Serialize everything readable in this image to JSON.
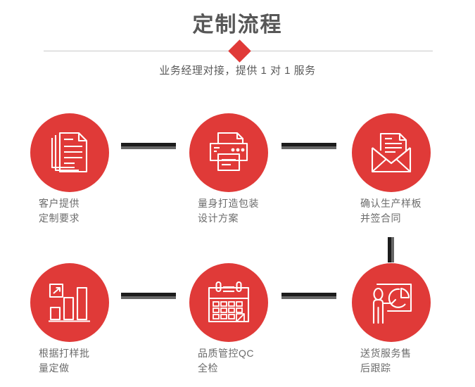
{
  "header": {
    "title": "定制流程",
    "subtitle": "业务经理对接，提供 1 对 1 服务",
    "divider_icon": "diamond-marker",
    "accent_color": "#e03a38",
    "title_color": "#575757",
    "subtitle_color": "#5a5a5a",
    "divider_line_color": "#c9c9c9"
  },
  "flow": {
    "connector_dark_color": "#1c1c1c",
    "connector_gray_color": "#666666",
    "circle_color": "#e03a38",
    "label_color": "#6b6b6b",
    "steps": [
      {
        "index": 1,
        "icon": "documents-stack-icon",
        "label": "客户提供\n定制要求",
        "line1": "客户提供",
        "line2": "定制要求"
      },
      {
        "index": 2,
        "icon": "printer-icon",
        "label": "量身打造包装\n设计方案",
        "line1": "量身打造包装",
        "line2": "设计方案"
      },
      {
        "index": 3,
        "icon": "envelope-letter-icon",
        "label": "确认生产样板\n并签合同",
        "line1": "确认生产样板",
        "line2": "并签合同"
      },
      {
        "index": 4,
        "icon": "bar-chart-growth-icon",
        "label": "根据打样批\n量定做",
        "line1": "根据打样批",
        "line2": "量定做"
      },
      {
        "index": 5,
        "icon": "calendar-check-icon",
        "label": "品质管控QC\n全检",
        "line1": "品质管控QC",
        "line2": "全检"
      },
      {
        "index": 6,
        "icon": "presenter-pie-chart-icon",
        "label": "送货服务售\n后跟踪",
        "line1": "送货服务售",
        "line2": "后跟踪"
      }
    ],
    "connectors": [
      {
        "id": "h1",
        "orientation": "horizontal",
        "from": 1,
        "to": 2
      },
      {
        "id": "h2",
        "orientation": "horizontal",
        "from": 2,
        "to": 3
      },
      {
        "id": "v1",
        "orientation": "vertical",
        "from": 3,
        "to": 6
      },
      {
        "id": "h3",
        "orientation": "horizontal",
        "from": 4,
        "to": 5
      },
      {
        "id": "h4",
        "orientation": "horizontal",
        "from": 5,
        "to": 6
      }
    ]
  }
}
